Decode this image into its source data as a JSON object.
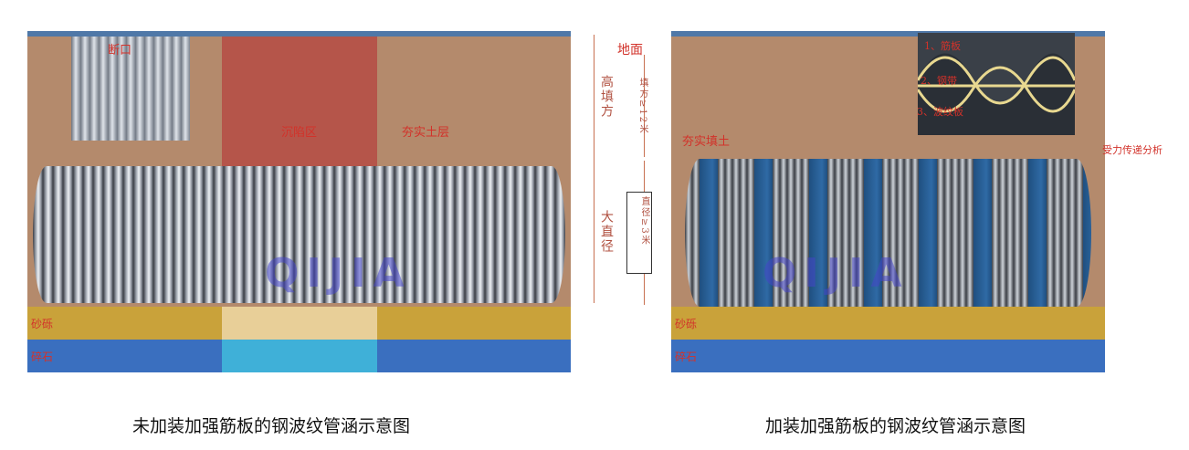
{
  "left": {
    "labels": {
      "break": "断口",
      "collapse": "沉陷区",
      "compacted": "夯实土层",
      "gravel": "砂砾",
      "stone": "碎石",
      "high_fill": "高填方",
      "large_diameter": "大直径"
    },
    "caption": "未加装加强筋板的钢波纹管涵示意图"
  },
  "right": {
    "labels": {
      "ground": "地面",
      "fill": "填方≥12米",
      "diameter": "直径≥3米",
      "compacted": "夯实填土",
      "gravel": "砂砾",
      "stone": "碎石"
    },
    "inset": {
      "items": [
        "1、筋板",
        "2、钢带",
        "3、波纹板"
      ],
      "title": "受力传递分析"
    },
    "caption": "加装加强筋板的钢波纹管涵示意图"
  },
  "watermark": "QIJIA",
  "colors": {
    "soil": "#b48a6c",
    "collapse": "#b5554a",
    "gravel": "#c9a23a",
    "stone": "#3a6fbf",
    "label": "#d2322a"
  }
}
